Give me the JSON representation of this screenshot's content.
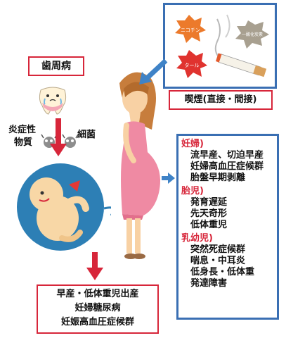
{
  "periodontal": {
    "label": "歯周病"
  },
  "inflammatory": {
    "line1": "炎症性",
    "line2": "物質"
  },
  "bacteria": {
    "label": "細菌"
  },
  "smoking": {
    "label": "喫煙(直接・間接)",
    "cloud_labels": [
      "ニコチン",
      "一酸化炭素",
      "タール"
    ]
  },
  "outcomes": {
    "lines": [
      "早産・低体重児出産",
      "妊婦糖尿病",
      "妊娠高血圧症候群"
    ]
  },
  "effects": {
    "groups": [
      {
        "title": "妊婦)",
        "items": [
          "流早産、切迫早産",
          "妊婦高血圧症候群",
          "胎盤早期剥離"
        ]
      },
      {
        "title": "胎児)",
        "items": [
          "発育遅延",
          "先天奇形",
          "低体重児"
        ]
      },
      {
        "title": "乳幼児)",
        "items": [
          "突然死症候群",
          "喘息・中耳炎",
          "低身長・低体重",
          "発達障害"
        ]
      }
    ]
  },
  "colors": {
    "red": "#d7263a",
    "blue": "#3a6fb3",
    "arrow_blue": "#3f83c7",
    "fetus_bg": "#2d7fb5"
  }
}
